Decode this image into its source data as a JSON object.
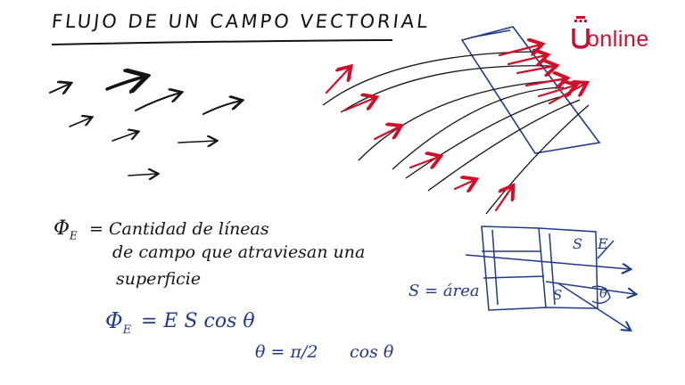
{
  "slide": {
    "title": "FLUJO DE UN CAMPO VECTORIAL",
    "logo_text": "online",
    "definition_lhs": "Φ",
    "definition_lhs_sub": "E",
    "definition_line1": "= Cantidad de líneas",
    "definition_line2": "de campo que atraviesan una",
    "definition_line3": "superficie",
    "flux_lhs": "Φ",
    "flux_lhs_sub": "E",
    "flux_rhs": "=  E S cos θ",
    "theta_eq": "θ = π/2",
    "theta_cos": "cos θ",
    "area_label": "S = área",
    "diag_s": "S",
    "diag_e": "E",
    "diag_s_vec": "S",
    "diag_theta": "θ"
  },
  "colors": {
    "ink_black": "#141414",
    "ink_blue": "#1f3a8a",
    "ink_red": "#d0102a",
    "brand_red": "#c8102e"
  }
}
